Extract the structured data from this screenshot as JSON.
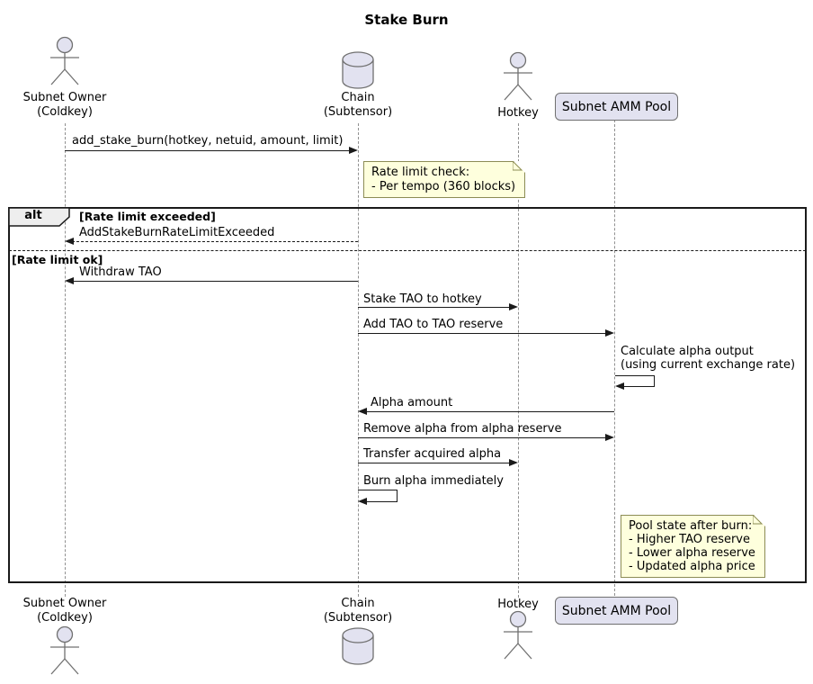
{
  "title": "Stake Burn",
  "participants": {
    "subnet_owner": {
      "name": "Subnet Owner",
      "key": "(Coldkey)"
    },
    "chain": {
      "name": "Chain",
      "key": "(Subtensor)"
    },
    "hotkey": {
      "name": "Hotkey"
    },
    "amm_pool": {
      "name": "Subnet AMM Pool"
    }
  },
  "alt_frame": {
    "label": "alt",
    "guard_exceeded": "[Rate limit exceeded]",
    "guard_ok": "[Rate limit ok]"
  },
  "messages": {
    "add_stake_burn": "add_stake_burn(hotkey, netuid, amount, limit)",
    "rate_limit_exceeded": "AddStakeBurnRateLimitExceeded",
    "withdraw_tao": "Withdraw TAO",
    "stake_tao": "Stake TAO to hotkey",
    "add_tao_reserve": "Add TAO to TAO reserve",
    "calc_alpha_line1": "Calculate alpha output",
    "calc_alpha_line2": "(using current exchange rate)",
    "alpha_amount": "Alpha amount",
    "remove_alpha": "Remove alpha from alpha reserve",
    "transfer_alpha": "Transfer acquired alpha",
    "burn_alpha": "Burn alpha immediately"
  },
  "notes": {
    "rate_limit_check": [
      "Rate limit check:",
      "- Per tempo (360 blocks)"
    ],
    "pool_state": [
      "Pool state after burn:",
      "- Higher TAO reserve",
      "- Lower alpha reserve",
      "- Updated alpha price"
    ]
  },
  "colors": {
    "participant_fill": "#E2E2F0",
    "note_fill": "#FEFFDD",
    "note_border": "#8C8C55",
    "frame_border": "#1A1A1A",
    "frame_label_fill": "#EEEEEE",
    "arrow_color": "#1A1A1A",
    "lifeline_color": "#909090"
  }
}
